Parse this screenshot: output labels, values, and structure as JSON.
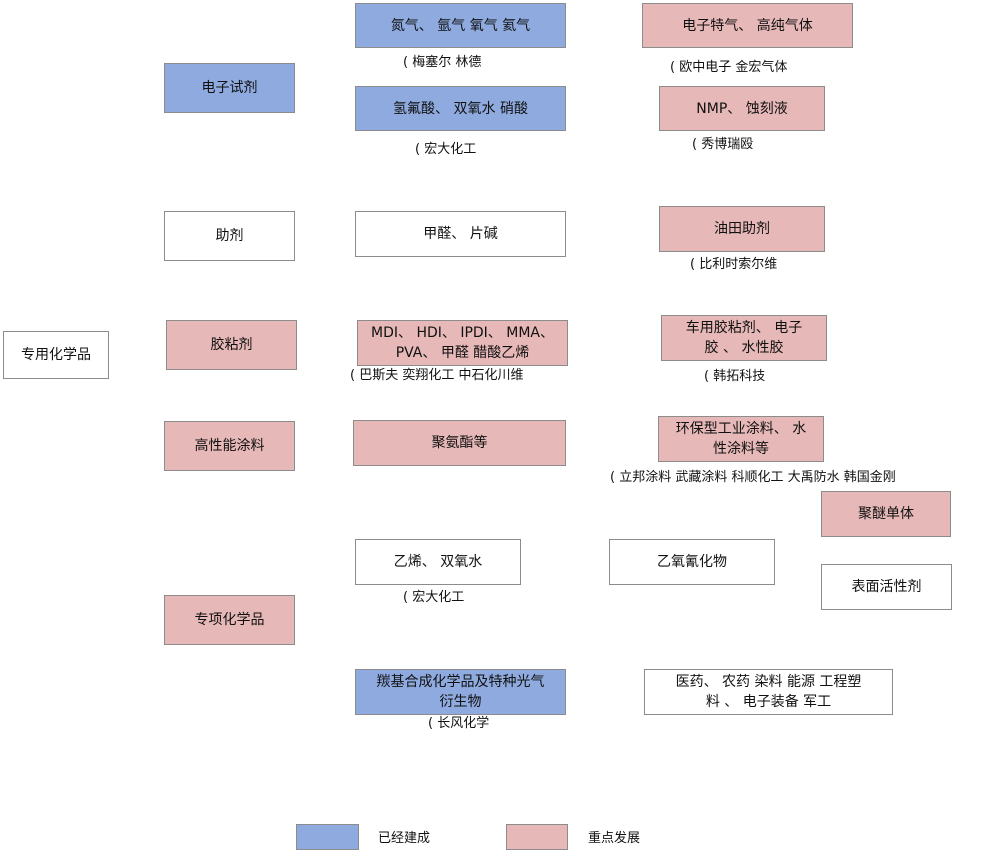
{
  "root": "专用化学品",
  "categories": {
    "electronic": "电子试剂",
    "auxiliary": "助剂",
    "adhesive": "胶粘剂",
    "coating": "高性能涂料",
    "specialty": "专项化学品"
  },
  "upstream": {
    "gases": "氮气、 氩气 氧气 氦气",
    "gases_note": "( 梅塞尔 林德",
    "acids": "氢氟酸、 双氧水 硝酸",
    "acids_note": "( 宏大化工",
    "formaldehyde": "甲醛、 片碱",
    "adhesive_raw_line1": "MDI、 HDI、 IPDI、 MMA、",
    "adhesive_raw_line2": "PVA、 甲醛 醋酸乙烯",
    "adhesive_raw_note": "( 巴斯夫 奕翔化工 中石化川维",
    "polyurethane": "聚氨酯等",
    "ethylene": "乙烯、 双氧水",
    "ethylene_note": "( 宏大化工",
    "carbonyl_line1": "羰基合成化学品及特种光气",
    "carbonyl_line2": "衍生物",
    "carbonyl_note": "( 长风化学"
  },
  "downstream": {
    "specialty_gas": "电子特气、 高纯气体",
    "specialty_gas_note": "( 欧中电子 金宏气体",
    "nmp": "NMP、 蚀刻液",
    "nmp_note": "( 秀博瑞殴",
    "oilfield": "油田助剂",
    "oilfield_note": "( 比利时索尔维",
    "auto_adhesive_line1": "车用胶粘剂、 电子",
    "auto_adhesive_line2": "胶 、 水性胶",
    "auto_adhesive_note": "( 韩拓科技",
    "eco_coating_line1": "环保型工业涂料、 水",
    "eco_coating_line2": "性涂料等",
    "eco_coating_note": "( 立邦涂料 武藏涂料 科顺化工 大禹防水 韩国金刚",
    "polyether": "聚醚单体",
    "ethylene_oxide": "乙氧氰化物",
    "surfactant": "表面活性剂",
    "apps_line1": "医药、 农药 染料 能源 工程塑",
    "apps_line2": "料 、 电子装备 军工"
  },
  "legend": {
    "built": "已经建成",
    "focus": "重点发展",
    "built_color": "#8eaadf",
    "focus_color": "#e6b8b7"
  }
}
